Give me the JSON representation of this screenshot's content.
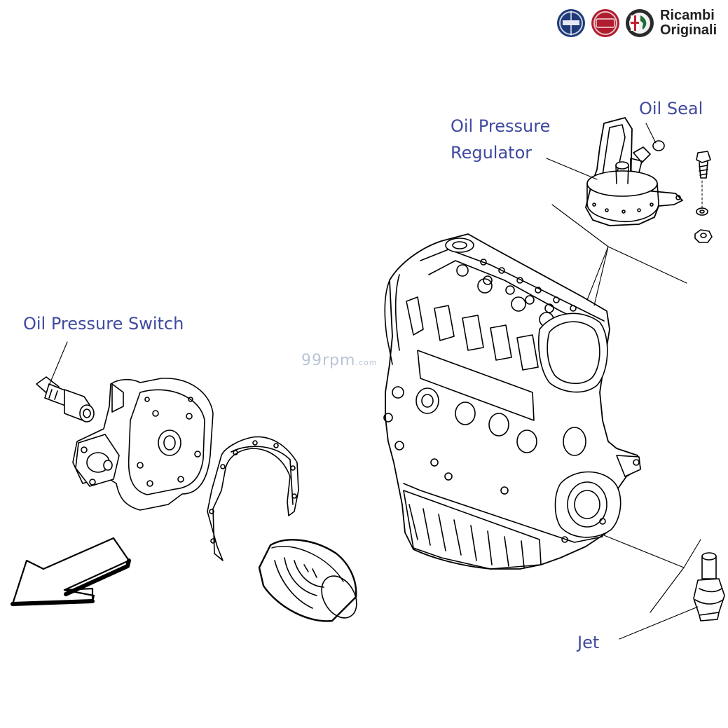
{
  "labels": {
    "oil_seal": "Oil Seal",
    "regulator_line1": "Oil Pressure",
    "regulator_line2": "Regulator",
    "oil_pressure_switch": "Oil Pressure Switch",
    "jet": "Jet"
  },
  "brand": {
    "line1": "Ricambi",
    "line2": "Originali",
    "logos": [
      "lancia-logo",
      "fiat-logo",
      "alfa-romeo-logo"
    ],
    "colors": {
      "lancia": "#1f3a7a",
      "fiat": "#b01c2e",
      "alfa": "#1e6b35"
    }
  },
  "watermark": {
    "main": "99rpm",
    "suffix": ".com"
  },
  "colors": {
    "label": "#3f4aa0",
    "line": "#000000",
    "background": "#ffffff"
  }
}
